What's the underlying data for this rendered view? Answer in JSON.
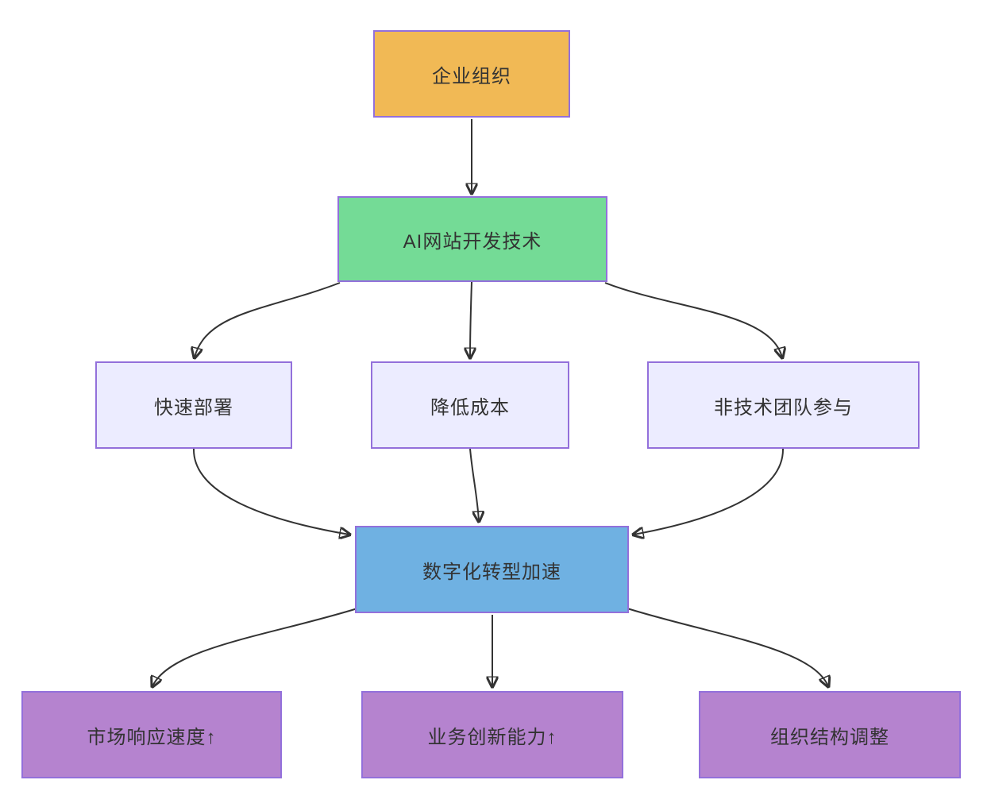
{
  "diagram": {
    "type": "flowchart",
    "direction": "top-down",
    "nodes": [
      {
        "id": "org",
        "label": "企业组织",
        "fill": "#F1B955",
        "role": "source"
      },
      {
        "id": "ai",
        "label": "AI网站开发技术",
        "fill": "#74DB96",
        "role": "technology"
      },
      {
        "id": "deploy",
        "label": "快速部署",
        "fill": "#ECECFF",
        "role": "benefit"
      },
      {
        "id": "cost",
        "label": "降低成本",
        "fill": "#ECECFF",
        "role": "benefit"
      },
      {
        "id": "nontech",
        "label": "非技术团队参与",
        "fill": "#ECECFF",
        "role": "benefit"
      },
      {
        "id": "transform",
        "label": "数字化转型加速",
        "fill": "#6FB1E2",
        "role": "outcome-hub"
      },
      {
        "id": "market",
        "label": "市场响应速度↑",
        "fill": "#B583CF",
        "role": "result"
      },
      {
        "id": "innov",
        "label": "业务创新能力↑",
        "fill": "#B583CF",
        "role": "result"
      },
      {
        "id": "orgadj",
        "label": "组织结构调整",
        "fill": "#B583CF",
        "role": "result"
      }
    ],
    "edges": [
      {
        "from": "企业组织",
        "to": "AI网站开发技术"
      },
      {
        "from": "AI网站开发技术",
        "to": "快速部署"
      },
      {
        "from": "AI网站开发技术",
        "to": "降低成本"
      },
      {
        "from": "AI网站开发技术",
        "to": "非技术团队参与"
      },
      {
        "from": "快速部署",
        "to": "数字化转型加速"
      },
      {
        "from": "降低成本",
        "to": "数字化转型加速"
      },
      {
        "from": "非技术团队参与",
        "to": "数字化转型加速"
      },
      {
        "from": "数字化转型加速",
        "to": "市场响应速度↑"
      },
      {
        "from": "数字化转型加速",
        "to": "业务创新能力↑"
      },
      {
        "from": "数字化转型加速",
        "to": "组织结构调整"
      }
    ],
    "colors": {
      "background": "#FFFFFF",
      "node_border": "#9370DB",
      "edge_stroke": "#333333",
      "text": "#333333",
      "org_fill": "#F1B955",
      "ai_fill": "#74DB96",
      "benefit_fill": "#ECECFF",
      "transform_fill": "#6FB1E2",
      "result_fill": "#B583CF"
    }
  }
}
